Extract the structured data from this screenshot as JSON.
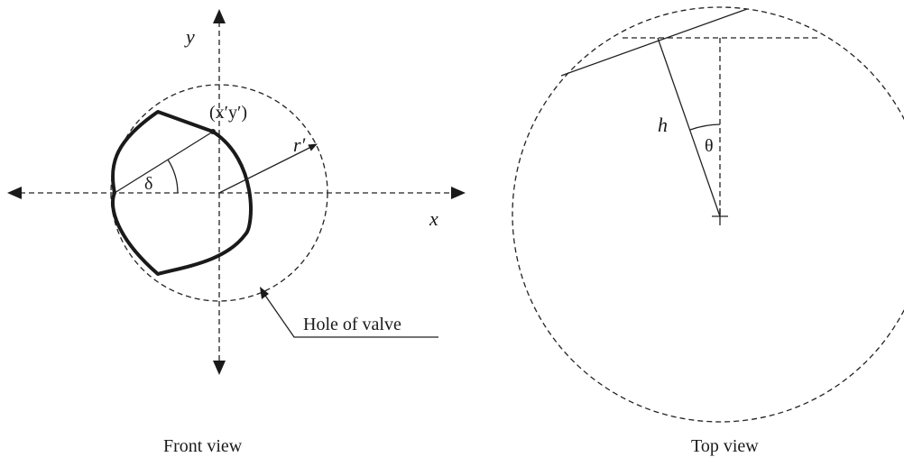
{
  "front_view": {
    "axis_y_label": "y",
    "axis_x_label": "x",
    "point_label": "(x′y′)",
    "radius_label": "r′",
    "angle_label": "δ",
    "callout_label": "Hole of valve",
    "caption": "Front view"
  },
  "top_view": {
    "length_label": "h",
    "angle_label": "θ",
    "caption": "Top view"
  }
}
